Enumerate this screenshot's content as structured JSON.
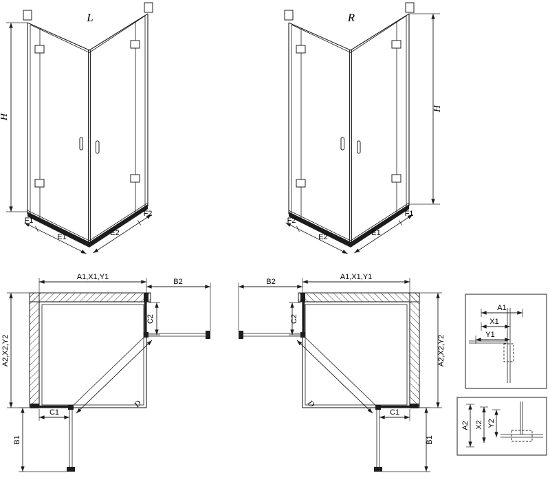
{
  "front_left": {
    "label": "L",
    "height_dim": "H",
    "bottom_dims": {
      "f1": "F1",
      "e1": "E1",
      "e2": "E2",
      "f2": "F2"
    }
  },
  "front_right": {
    "label": "R",
    "height_dim": "H",
    "bottom_dims": {
      "f2": "F2",
      "e2": "E2",
      "e1": "E1",
      "f1": "F1"
    }
  },
  "plan_left": {
    "top_width_dim": "A1,X1,Y1",
    "door_right_dim": "B2",
    "fixed_right_dim": "C2",
    "side_depth_dim": "A2,X2,Y2",
    "fixed_bottom_dim": "C1",
    "door_bottom_dim": "B1",
    "diagonal_dim": "D"
  },
  "plan_right": {
    "top_width_dim": "A1,X1,Y1",
    "door_left_dim": "B2",
    "fixed_left_dim": "C2",
    "side_depth_dim": "A2,X2,Y2",
    "fixed_bottom_dim": "C1",
    "door_bottom_dim": "B1",
    "diagonal_dim": "D"
  },
  "detail_top": {
    "a1": "A1",
    "x1": "X1",
    "y1": "Y1"
  },
  "detail_bottom": {
    "a2": "A2",
    "x2": "X2",
    "y2": "Y2"
  }
}
